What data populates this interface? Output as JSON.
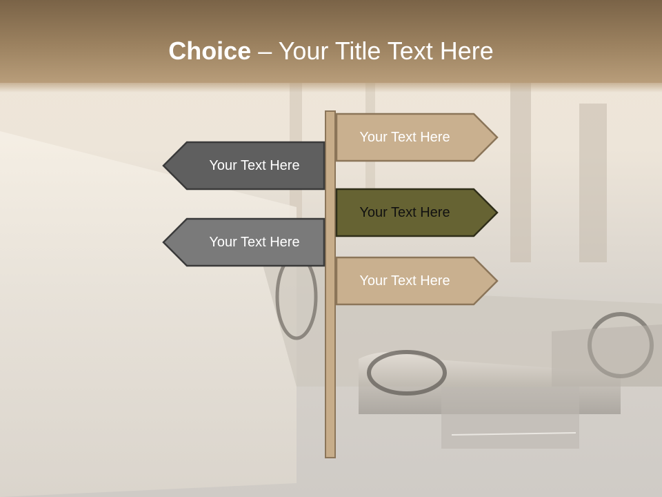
{
  "title": {
    "bold": "Choice",
    "rest": " – Your Title Text Here"
  },
  "signs": {
    "right_top": "Your Text Here",
    "left_top": "Your Text Here",
    "right_middle": "Your Text Here",
    "left_bottom": "Your Text Here",
    "right_bottom": "Your Text Here"
  },
  "colors": {
    "title_bar": "#9c8260",
    "tan_sign": "#c9b08f",
    "olive_sign": "#666333",
    "dark_gray_sign": "#5f5f5f",
    "mid_gray_sign": "#7a7a7a",
    "post": "#c7ad8a"
  }
}
